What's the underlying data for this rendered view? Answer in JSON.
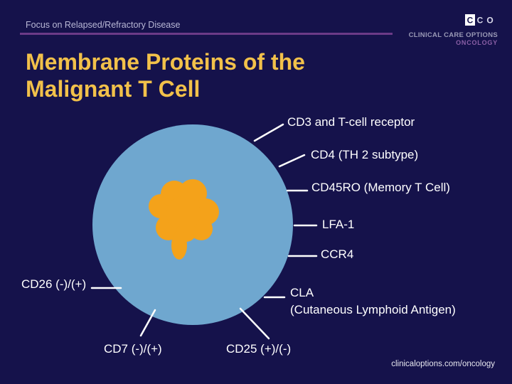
{
  "header": {
    "topic": "Focus on Relapsed/Refractory Disease"
  },
  "logo": {
    "mark": "CCO",
    "line1": "CLINICAL CARE OPTIONS",
    "line2": "ONCOLOGY"
  },
  "title": {
    "line1": "Membrane Proteins of the",
    "line2": "Malignant T Cell"
  },
  "labels": {
    "cd3": "CD3 and T-cell receptor",
    "cd4": "CD4 (TH 2 subtype)",
    "cd45ro": "CD45RO (Memory T Cell)",
    "lfa1": "LFA-1",
    "ccr4": "CCR4",
    "cd26": "CD26 (-)/(+)",
    "cla_line1": "CLA",
    "cla_line2": "(Cutaneous Lymphoid Antigen)",
    "cd7": "CD7 (-)/(+)",
    "cd25": "CD25 (+)/(-)"
  },
  "footer": {
    "url": "clinicaloptions.com/oncology"
  },
  "colors": {
    "background": "#15124b",
    "title": "#f2c14a",
    "cell": "#6fa7cf",
    "nucleus": "#f4a21a",
    "accent_rule": "#6b3a87"
  }
}
